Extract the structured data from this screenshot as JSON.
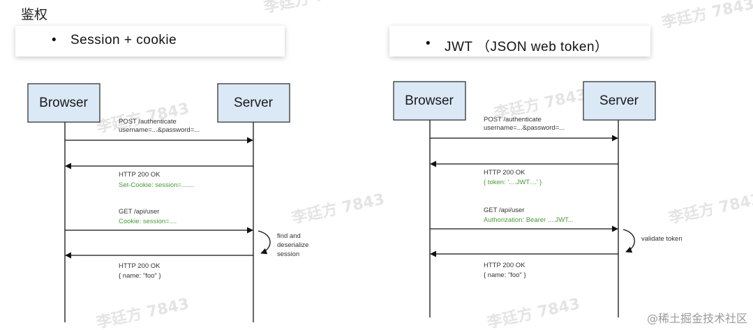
{
  "title": "鉴权",
  "left": {
    "card": {
      "bullet": "•",
      "text": "Session + cookie"
    },
    "browser": "Browser",
    "server": "Server",
    "msgs": {
      "m1a": "POST /authenticate",
      "m1b": "username=...&password=...",
      "m2a": "HTTP 200 OK",
      "m2b": "Set-Cookie: session=.......",
      "m3a": "GET /api/user",
      "m3b": "Cookie: session=....",
      "m4a": "HTTP 200 OK",
      "m4b": "{ name: \"foo\" }"
    },
    "note": [
      "find and",
      "deserialize",
      "session"
    ]
  },
  "right": {
    "card": {
      "bullet": "•",
      "text": "JWT （JSON web token）"
    },
    "browser": "Browser",
    "server": "Server",
    "msgs": {
      "m1a": "POST /authenticate",
      "m1b": "username=...&password=...",
      "m2a": "HTTP 200 OK",
      "m2b": "{ token: '....JWT....' }",
      "m3a": "GET /api/user",
      "m3b": "Authorization: Bearer ....JWT...",
      "m4a": "HTTP 200 OK",
      "m4b": "{ name: \"foo\" }"
    },
    "note": [
      "validate token"
    ]
  },
  "watermark": "李廷方 7843",
  "corner_watermark": "@稀土掘金技术社区",
  "colors": {
    "box_fill": "#dbe8f6",
    "box_stroke": "#333333",
    "green_text": "#4b9a3a",
    "line": "#111111"
  },
  "icons": {
    "loop": "curved-arrow-icon"
  }
}
